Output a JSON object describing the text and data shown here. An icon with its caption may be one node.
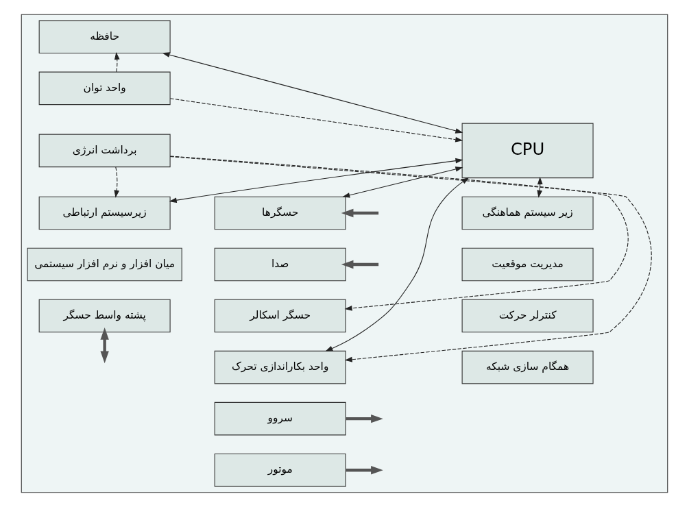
{
  "diagram": {
    "nodes": [
      {
        "text": [],
        "shape": "box"
      },
      {
        "text": [
          "حافظه"
        ],
        "in": 0
      },
      {
        "text": [
          "CPU"
        ],
        "in": 0
      },
      {
        "text": [
          "حسگرها"
        ],
        "in": 0
      },
      {
        "text": [
          "صدا"
        ],
        "in": 0
      },
      {
        "text": [
          "حسگر اسکالر"
        ],
        "in": 0
      },
      {
        "text": [
          "واحد توان"
        ],
        "in": 0
      },
      {
        "text": [
          "برداشت انرژی"
        ],
        "in": 0
      },
      {
        "text": [
          "زیرسیستم ارتباطی"
        ],
        "in": 0
      },
      {
        "text": [
          "میان افزار و نرم افزار سیستمی"
        ],
        "in": 0
      },
      {
        "text": [
          "پشته واسط حسگر"
        ],
        "in": 0
      },
      {
        "text": [
          "زیر سیستم هماهنگی"
        ],
        "in": 0
      },
      {
        "text": [
          "مدیریت موقعیت"
        ],
        "in": 0
      },
      {
        "text": [
          "کنترلر حرکت"
        ],
        "in": 0
      },
      {
        "text": [
          "همگام سازی شبکه"
        ],
        "in": 0
      },
      {
        "text": [
          "واحد بکاراندازی تحرک"
        ],
        "in": 0
      },
      {
        "text": [
          "سروو"
        ],
        "in": 0
      },
      {
        "text": [
          "موتور"
        ],
        "in": 0
      }
    ],
    "edges": [
      {
        "from": 2,
        "to": 1,
        "arrow": "both"
      },
      {
        "from": 2,
        "to": 8,
        "arrow": "both"
      },
      {
        "from": 2,
        "to": 3,
        "arrow": "both"
      },
      {
        "from": 2,
        "to": 15,
        "arrow": "both"
      },
      {
        "from": 2,
        "to": 11,
        "arrow": "both"
      },
      {
        "from": 6,
        "to": 1,
        "arrow": "to",
        "style": "dashed"
      },
      {
        "from": 6,
        "to": 2,
        "arrow": "to",
        "style": "dashed"
      },
      {
        "from": 7,
        "to": 8,
        "arrow": "to",
        "style": "dashed"
      },
      {
        "from": 7,
        "to": 5,
        "arrow": "to",
        "style": "dashed"
      },
      {
        "from": 7,
        "to": 15,
        "arrow": "to",
        "style": "dashed"
      },
      {
        "from": null,
        "to": 3,
        "arrow": "to",
        "style": "thick"
      },
      {
        "from": null,
        "to": 4,
        "arrow": "to",
        "style": "thick"
      },
      {
        "from": 16,
        "to": null,
        "arrow": "to",
        "style": "thick"
      },
      {
        "from": 17,
        "to": null,
        "arrow": "to",
        "style": "thick"
      },
      {
        "from": 10,
        "to": null,
        "arrow": "both",
        "style": "thick"
      }
    ]
  }
}
